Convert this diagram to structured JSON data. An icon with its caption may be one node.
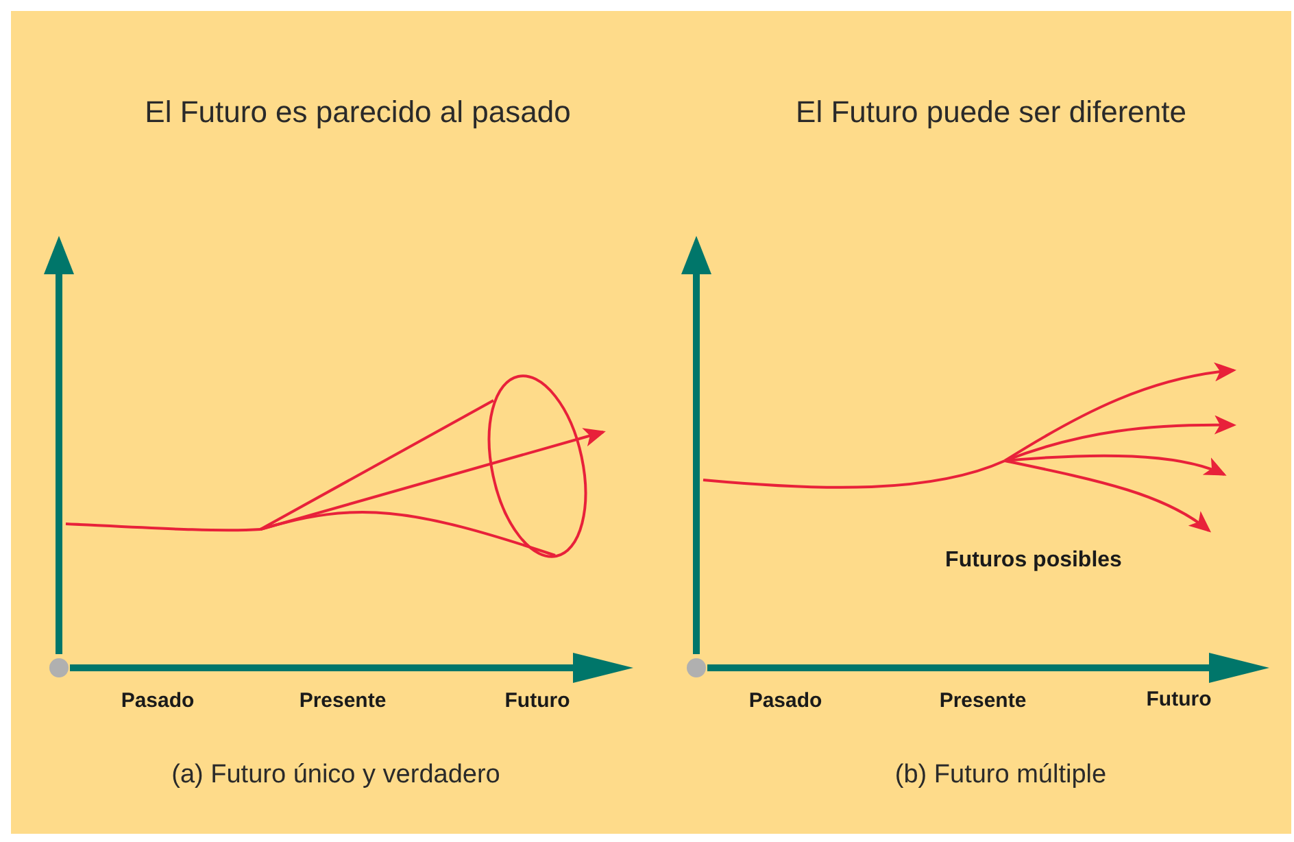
{
  "diagram": {
    "labels": [
      "El Futuro es parecido al pasado",
      "El Futuro puede ser diferente",
      "Futuros posibles",
      "Pasado",
      "Presente",
      "Futuro",
      "Pasado",
      "Presente",
      "Futuro",
      "(a) Futuro único y verdadero",
      "(b) Futuro múltiple"
    ]
  }
}
